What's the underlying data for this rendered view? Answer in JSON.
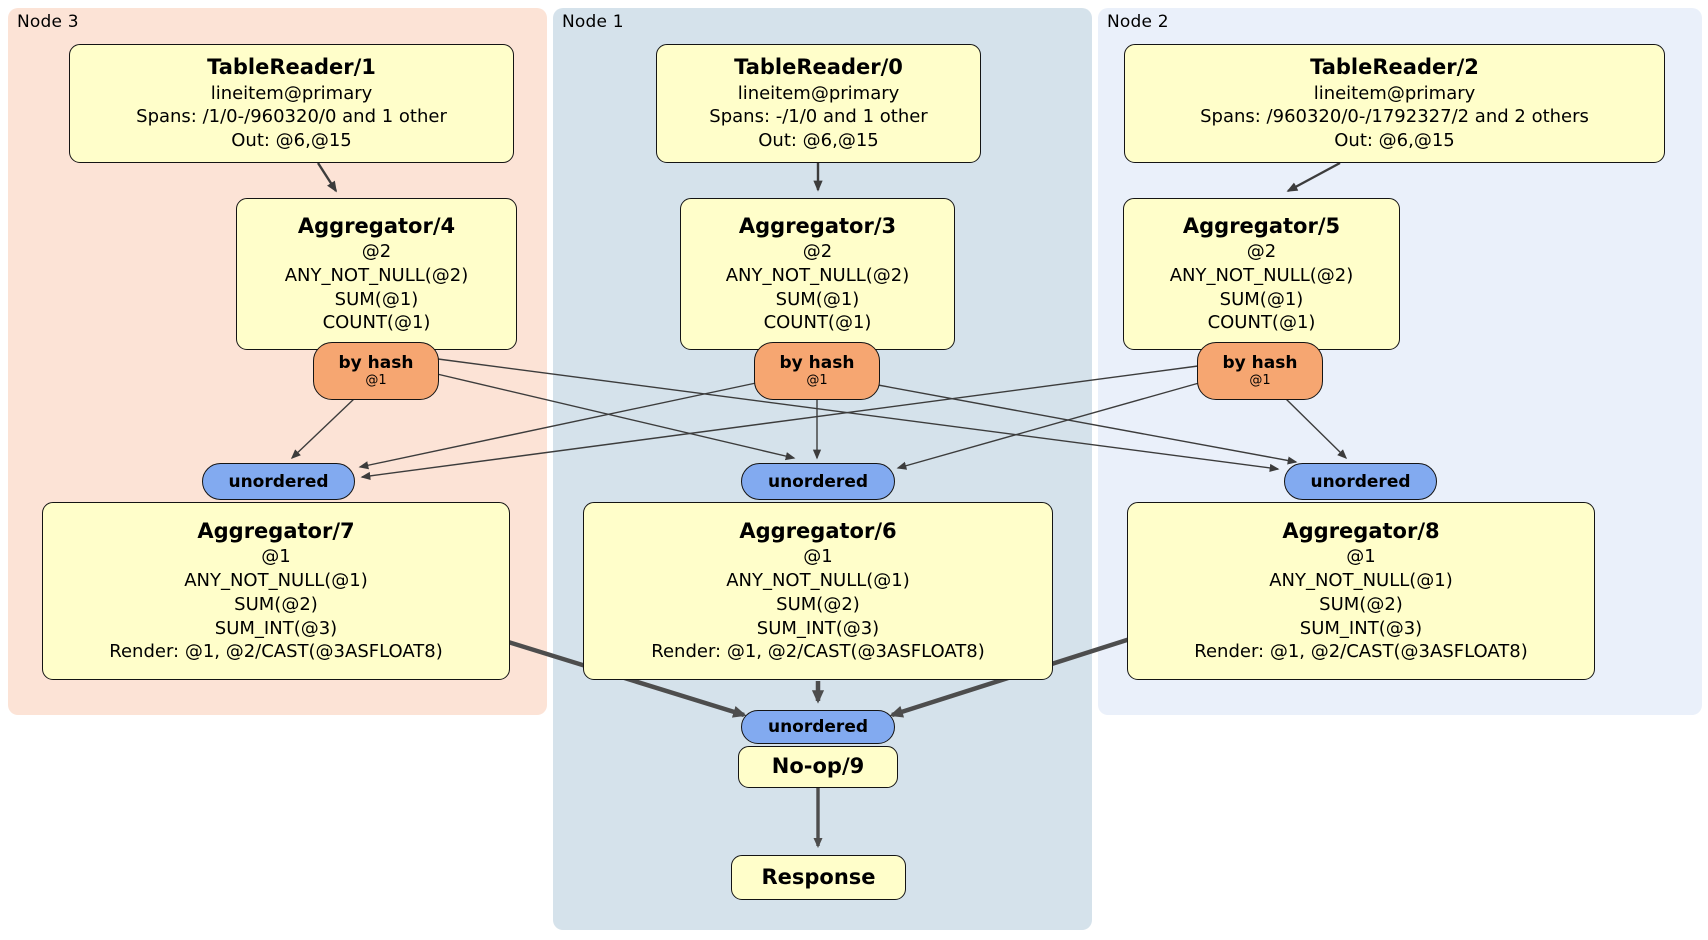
{
  "groups": [
    {
      "label": "Node 3"
    },
    {
      "label": "Node 1"
    },
    {
      "label": "Node 2"
    }
  ],
  "processors": {
    "tr1": {
      "title": "TableReader/1",
      "lines": [
        "lineitem@primary",
        "Spans: /1/0-/960320/0 and 1 other",
        "Out: @6,@15"
      ]
    },
    "tr0": {
      "title": "TableReader/0",
      "lines": [
        "lineitem@primary",
        "Spans: -/1/0 and 1 other",
        "Out: @6,@15"
      ]
    },
    "tr2": {
      "title": "TableReader/2",
      "lines": [
        "lineitem@primary",
        "Spans: /960320/0-/1792327/2 and 2 others",
        "Out: @6,@15"
      ]
    },
    "agg4": {
      "title": "Aggregator/4",
      "lines": [
        "@2",
        "ANY_NOT_NULL(@2)",
        "SUM(@1)",
        "COUNT(@1)"
      ]
    },
    "agg3": {
      "title": "Aggregator/3",
      "lines": [
        "@2",
        "ANY_NOT_NULL(@2)",
        "SUM(@1)",
        "COUNT(@1)"
      ]
    },
    "agg5": {
      "title": "Aggregator/5",
      "lines": [
        "@2",
        "ANY_NOT_NULL(@2)",
        "SUM(@1)",
        "COUNT(@1)"
      ]
    },
    "agg7": {
      "title": "Aggregator/7",
      "lines": [
        "@1",
        "ANY_NOT_NULL(@1)",
        "SUM(@2)",
        "SUM_INT(@3)",
        "Render: @1, @2/CAST(@3ASFLOAT8)"
      ]
    },
    "agg6": {
      "title": "Aggregator/6",
      "lines": [
        "@1",
        "ANY_NOT_NULL(@1)",
        "SUM(@2)",
        "SUM_INT(@3)",
        "Render: @1, @2/CAST(@3ASFLOAT8)"
      ]
    },
    "agg8": {
      "title": "Aggregator/8",
      "lines": [
        "@1",
        "ANY_NOT_NULL(@1)",
        "SUM(@2)",
        "SUM_INT(@3)",
        "Render: @1, @2/CAST(@3ASFLOAT8)"
      ]
    },
    "noop": {
      "title": "No-op/9"
    },
    "response": {
      "title": "Response"
    }
  },
  "routers": {
    "r4": {
      "label": "by hash",
      "detail": "@1"
    },
    "r3": {
      "label": "by hash",
      "detail": "@1"
    },
    "r5": {
      "label": "by hash",
      "detail": "@1"
    }
  },
  "syncs": {
    "left": {
      "label": "unordered"
    },
    "middle": {
      "label": "unordered"
    },
    "right": {
      "label": "unordered"
    },
    "final": {
      "label": "unordered"
    }
  },
  "colors": {
    "node3_bg": "#fce3d6",
    "node1_bg": "#d5e2eb",
    "node2_bg": "#eaf0fa",
    "processor_bg": "#fffeca",
    "router_bg": "#f6a671",
    "sync_bg": "#82aaf0",
    "edge": "#3c3c3c",
    "edge_thick": "#4d4d4d"
  }
}
